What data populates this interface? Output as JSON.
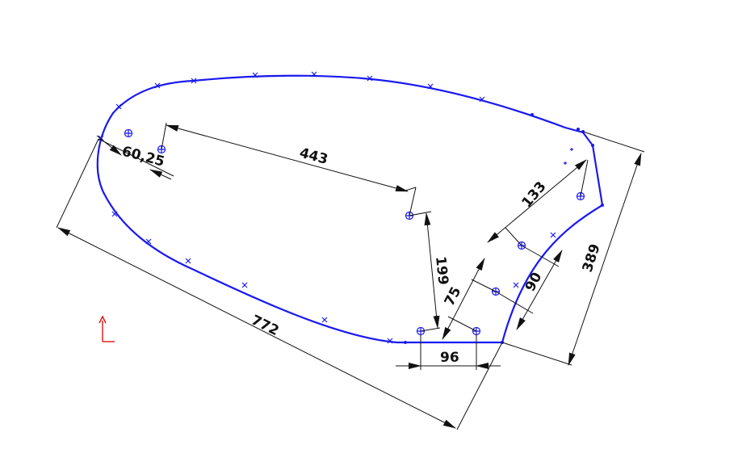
{
  "dimensions": {
    "d_443": "443",
    "d_60_25": "60,25",
    "d_133": "133",
    "d_199": "199",
    "d_75": "75",
    "d_90": "90",
    "d_389": "389",
    "d_772": "772",
    "d_96": "96"
  },
  "colors": {
    "profile": "#1a1aee",
    "dimension": "#111111",
    "origin_axis": "#e01010"
  }
}
